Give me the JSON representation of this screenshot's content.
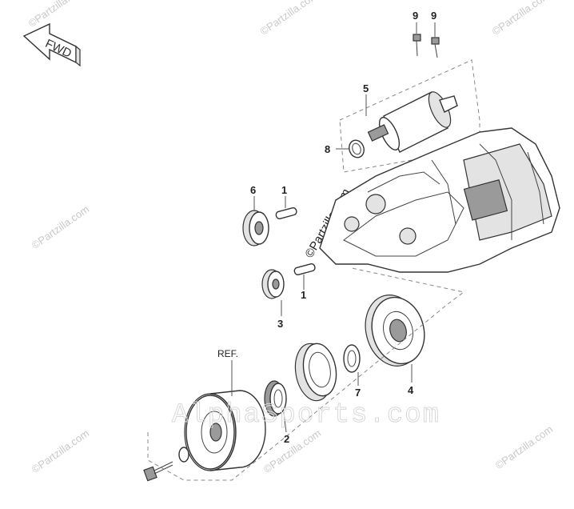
{
  "fwd_label": "FWD",
  "ref_label": "REF.",
  "watermark_small": "©Partzilla.com",
  "watermark_large": "AlphaSports.com",
  "callouts": [
    {
      "id": "c1a",
      "num": "1"
    },
    {
      "id": "c1b",
      "num": "1"
    },
    {
      "id": "c2",
      "num": "2"
    },
    {
      "id": "c3",
      "num": "3"
    },
    {
      "id": "c4",
      "num": "4"
    },
    {
      "id": "c5",
      "num": "5"
    },
    {
      "id": "c6",
      "num": "6"
    },
    {
      "id": "c7",
      "num": "7"
    },
    {
      "id": "c8",
      "num": "8"
    },
    {
      "id": "c9a",
      "num": "9"
    },
    {
      "id": "c9b",
      "num": "9"
    }
  ]
}
